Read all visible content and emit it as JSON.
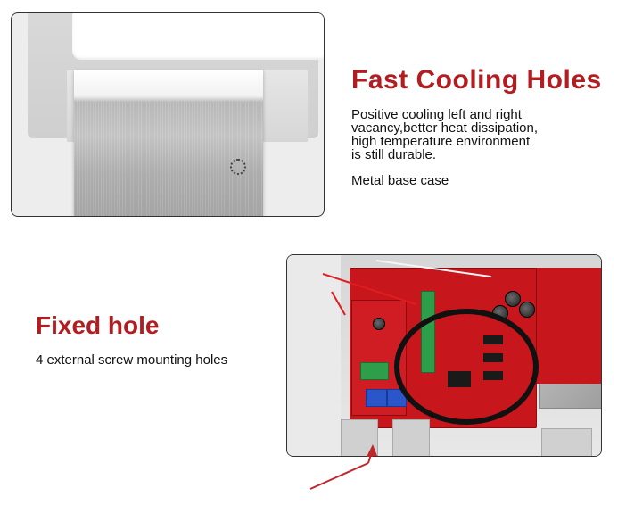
{
  "cooling_section": {
    "title": "Fast Cooling Holes",
    "description_lines": [
      "Positive cooling left and right",
      "vacancy,better heat dissipation,",
      "high temperature environment",
      "is still durable."
    ],
    "base_label": "Metal base case"
  },
  "fixed_section": {
    "title": "Fixed hole",
    "description": "4 external screw mounting holes"
  },
  "colors": {
    "heading_red": "#b11d21",
    "arrow_red": "#c0262b",
    "pcb_red": "#c8161d"
  }
}
